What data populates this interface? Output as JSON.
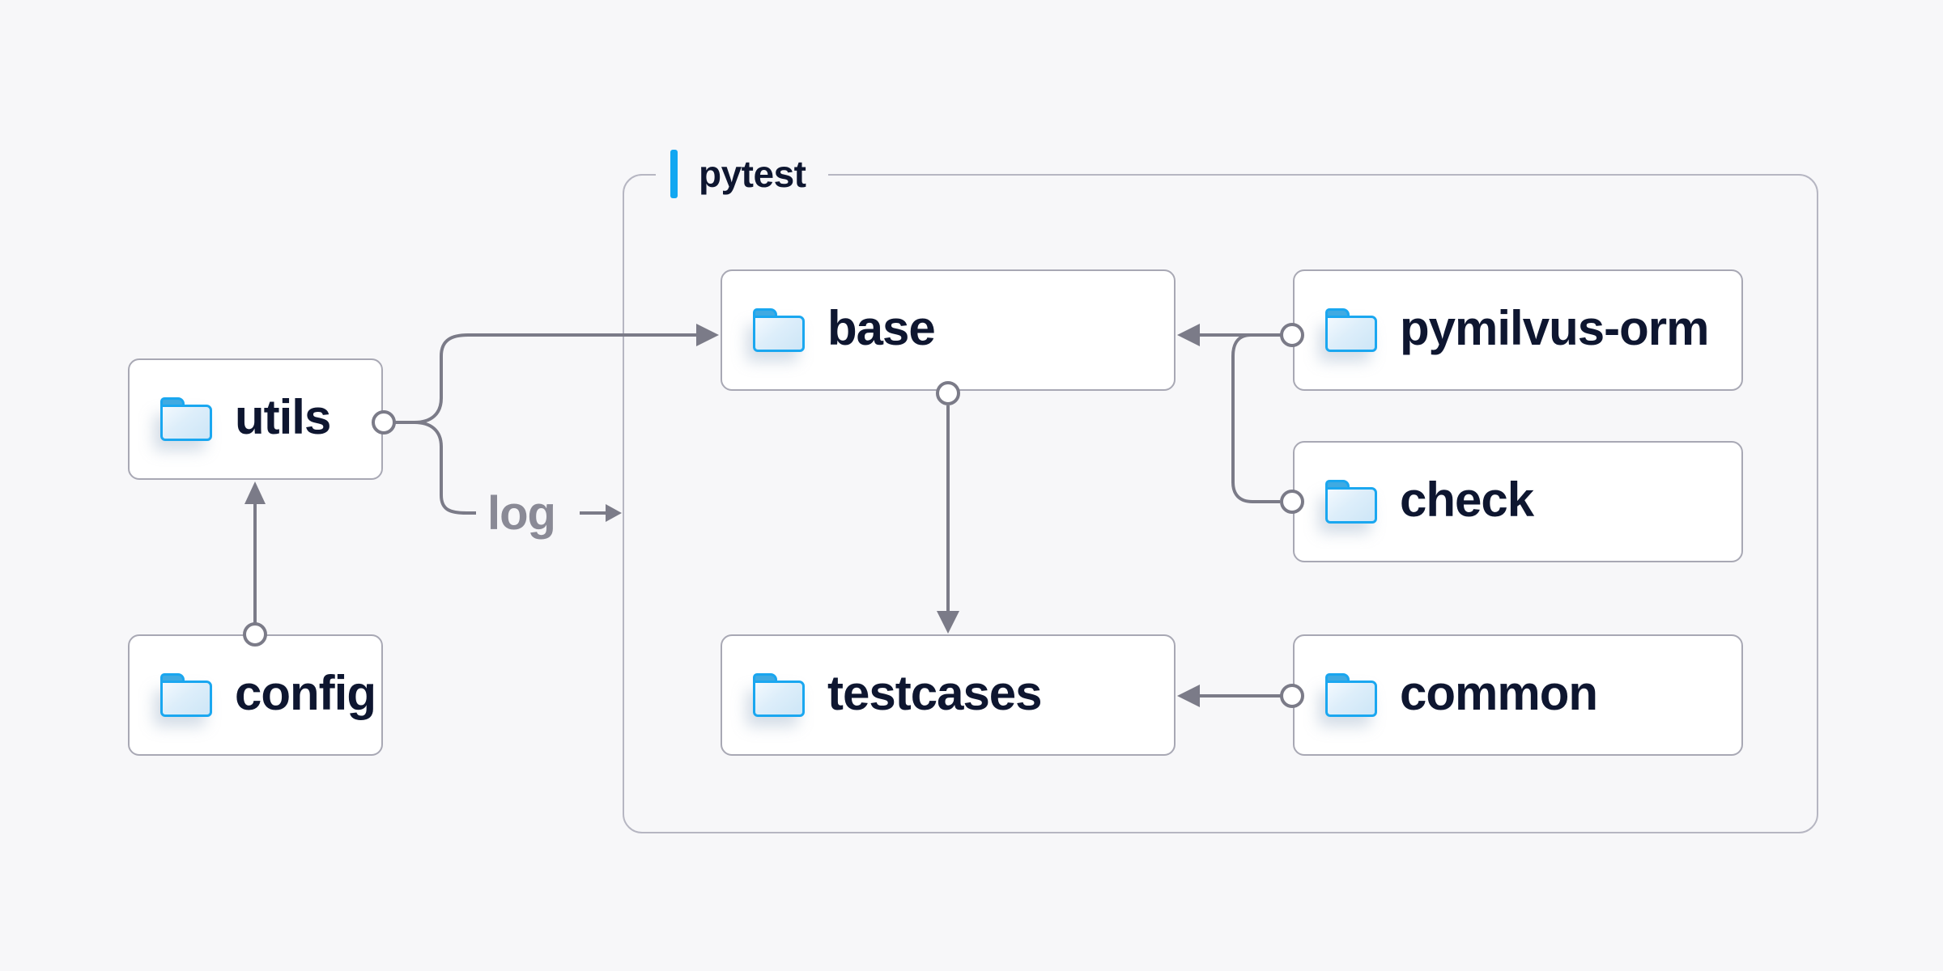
{
  "diagram": {
    "container": {
      "label": "pytest"
    },
    "nodes": {
      "utils": {
        "label": "utils"
      },
      "config": {
        "label": "config"
      },
      "base": {
        "label": "base"
      },
      "testcases": {
        "label": "testcases"
      },
      "pymilvus_orm": {
        "label": "pymilvus-orm"
      },
      "check": {
        "label": "check"
      },
      "common": {
        "label": "common"
      }
    },
    "edges": [
      {
        "from": "config",
        "to": "utils",
        "label": ""
      },
      {
        "from": "utils",
        "to": "base",
        "label": ""
      },
      {
        "from": "utils",
        "to": "log",
        "label": "log"
      },
      {
        "from": "base",
        "to": "testcases",
        "label": ""
      },
      {
        "from": "pymilvus-orm",
        "to": "base",
        "label": ""
      },
      {
        "from": "check",
        "to": "base",
        "label": ""
      },
      {
        "from": "common",
        "to": "testcases",
        "label": ""
      }
    ],
    "colors": {
      "background": "#f7f7f9",
      "accent_blue": "#12a7f1",
      "connector_gray": "#7b7b88",
      "node_border": "#a8a8b4",
      "container_border": "#b6b6c2",
      "text_dark": "#0e1630",
      "text_muted": "#8a8a96",
      "folder_stroke": "#1aa7f0",
      "folder_tab": "#3fabe3",
      "folder_fill_light": "#f3f9fe",
      "folder_fill_dark": "#cde6f7",
      "node_fill": "#ffffff"
    }
  }
}
